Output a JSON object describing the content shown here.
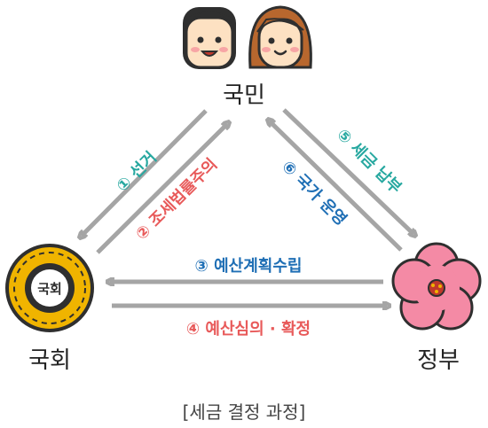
{
  "nodes": {
    "people": {
      "label": "국민"
    },
    "assembly": {
      "label": "국회",
      "emblem_text": "국회"
    },
    "government": {
      "label": "정부"
    }
  },
  "edges": [
    {
      "num": "①",
      "text": "선거",
      "color": "#27a8a0"
    },
    {
      "num": "②",
      "text": "조세법률주의",
      "color": "#e85a5a"
    },
    {
      "num": "③",
      "text": "예산계획수립",
      "color": "#1f6fb5"
    },
    {
      "num": "④",
      "text": "예산심의 · 확정",
      "color": "#e85a5a"
    },
    {
      "num": "⑤",
      "text": "세금 납부",
      "color": "#27a8a0"
    },
    {
      "num": "⑥",
      "text": "국가 운영",
      "color": "#1f6fb5"
    }
  ],
  "caption": "[세금 결정 과정]",
  "colors": {
    "arrow": "#a5a5a5",
    "emblem": "#f0b400",
    "flower": "#f48aa5",
    "face_skin": "#fde1c2",
    "hair_dark": "#2f2f2f",
    "hair_brown": "#b8672e"
  }
}
